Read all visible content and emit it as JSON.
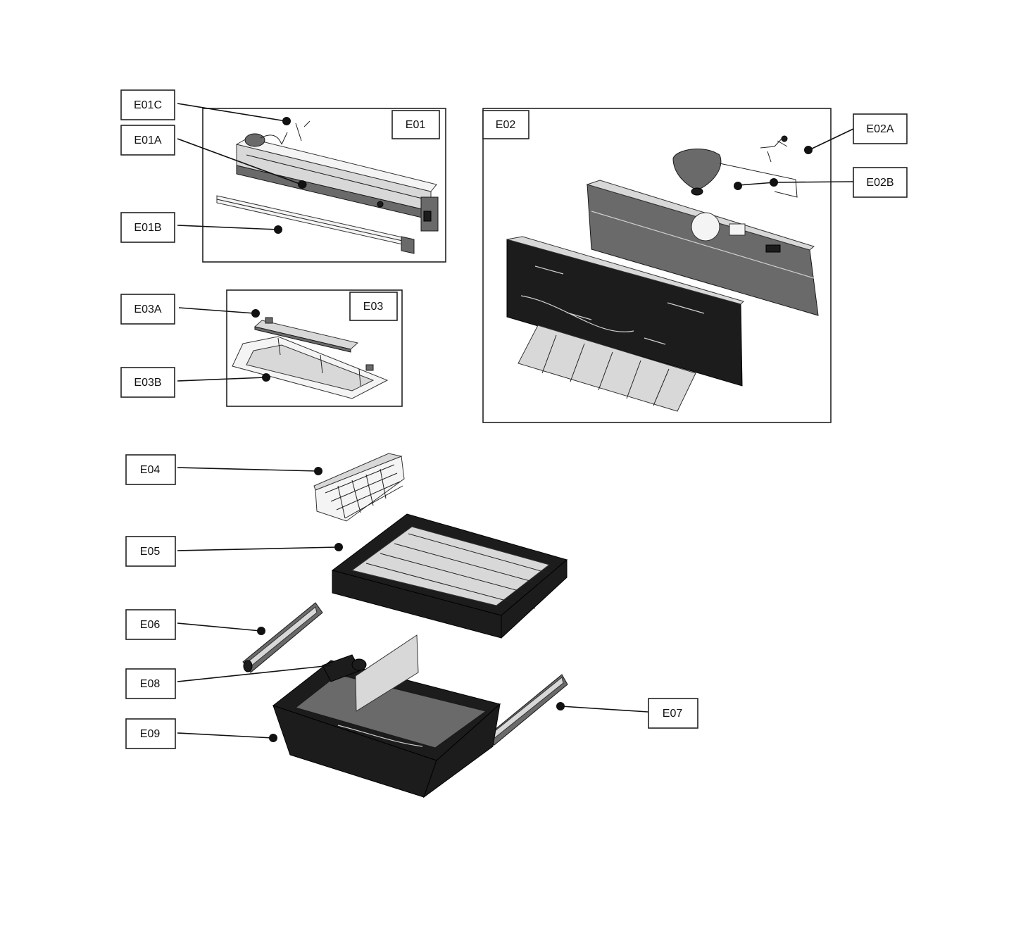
{
  "diagram": {
    "groups": {
      "e01": "E01",
      "e02": "E02",
      "e03": "E03"
    },
    "callouts": {
      "e01c": "E01C",
      "e01a": "E01A",
      "e01b": "E01B",
      "e02a": "E02A",
      "e02b": "E02B",
      "e03a": "E03A",
      "e03b": "E03B",
      "e04": "E04",
      "e05": "E05",
      "e06": "E06",
      "e07": "E07",
      "e08": "E08",
      "e09": "E09"
    }
  }
}
